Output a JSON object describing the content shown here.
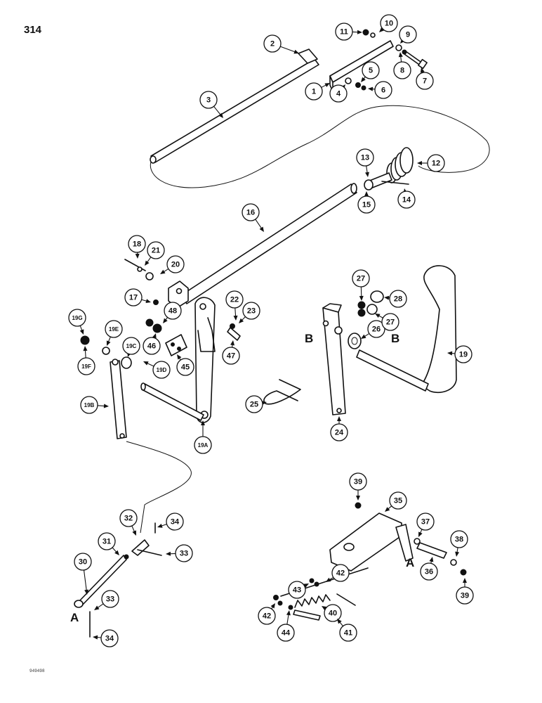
{
  "page_number": "314",
  "drawing_code": "949498",
  "reference_letters": [
    "A",
    "B"
  ],
  "callouts": [
    {
      "id": "c1",
      "label": "1"
    },
    {
      "id": "c2",
      "label": "2"
    },
    {
      "id": "c3",
      "label": "3"
    },
    {
      "id": "c4",
      "label": "4"
    },
    {
      "id": "c5",
      "label": "5"
    },
    {
      "id": "c6",
      "label": "6"
    },
    {
      "id": "c7",
      "label": "7"
    },
    {
      "id": "c8",
      "label": "8"
    },
    {
      "id": "c9",
      "label": "9"
    },
    {
      "id": "c10",
      "label": "10"
    },
    {
      "id": "c11",
      "label": "11"
    },
    {
      "id": "c12",
      "label": "12"
    },
    {
      "id": "c13",
      "label": "13"
    },
    {
      "id": "c14",
      "label": "14"
    },
    {
      "id": "c15",
      "label": "15"
    },
    {
      "id": "c16",
      "label": "16"
    },
    {
      "id": "c17",
      "label": "17"
    },
    {
      "id": "c18",
      "label": "18"
    },
    {
      "id": "c19",
      "label": "19"
    },
    {
      "id": "c19A",
      "label": "19A"
    },
    {
      "id": "c19B",
      "label": "19B"
    },
    {
      "id": "c19C",
      "label": "19C"
    },
    {
      "id": "c19D",
      "label": "19D"
    },
    {
      "id": "c19E",
      "label": "19E"
    },
    {
      "id": "c19F",
      "label": "19F"
    },
    {
      "id": "c19G",
      "label": "19G"
    },
    {
      "id": "c20",
      "label": "20"
    },
    {
      "id": "c21",
      "label": "21"
    },
    {
      "id": "c22",
      "label": "22"
    },
    {
      "id": "c23",
      "label": "23"
    },
    {
      "id": "c24",
      "label": "24"
    },
    {
      "id": "c25",
      "label": "25"
    },
    {
      "id": "c26",
      "label": "26"
    },
    {
      "id": "c27a",
      "label": "27"
    },
    {
      "id": "c27b",
      "label": "27"
    },
    {
      "id": "c28",
      "label": "28"
    },
    {
      "id": "c30",
      "label": "30"
    },
    {
      "id": "c31",
      "label": "31"
    },
    {
      "id": "c32",
      "label": "32"
    },
    {
      "id": "c33a",
      "label": "33"
    },
    {
      "id": "c33b",
      "label": "33"
    },
    {
      "id": "c34a",
      "label": "34"
    },
    {
      "id": "c34b",
      "label": "34"
    },
    {
      "id": "c35",
      "label": "35"
    },
    {
      "id": "c36",
      "label": "36"
    },
    {
      "id": "c37",
      "label": "37"
    },
    {
      "id": "c38",
      "label": "38"
    },
    {
      "id": "c39a",
      "label": "39"
    },
    {
      "id": "c39b",
      "label": "39"
    },
    {
      "id": "c40",
      "label": "40"
    },
    {
      "id": "c41",
      "label": "41"
    },
    {
      "id": "c42a",
      "label": "42"
    },
    {
      "id": "c42b",
      "label": "42"
    },
    {
      "id": "c43",
      "label": "43"
    },
    {
      "id": "c44",
      "label": "44"
    },
    {
      "id": "c45",
      "label": "45"
    },
    {
      "id": "c46",
      "label": "46"
    },
    {
      "id": "c47",
      "label": "47"
    },
    {
      "id": "c48",
      "label": "48"
    }
  ]
}
